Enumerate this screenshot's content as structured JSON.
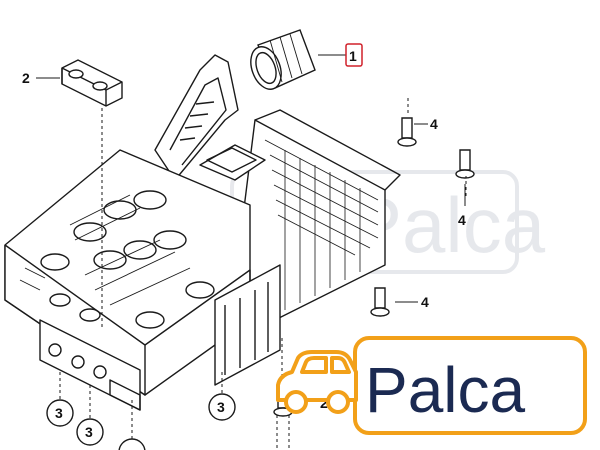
{
  "diagram": {
    "callouts": {
      "part1": "1",
      "part2": "2",
      "part3": "3",
      "part4": "4"
    }
  },
  "watermark": {
    "text": "Palca"
  },
  "logo": {
    "text": "Palca",
    "accent_color": "#f2a019",
    "text_color": "#1b2a52"
  },
  "colors": {
    "line": "#1a1a1a",
    "callout_box": "#d0202a"
  }
}
